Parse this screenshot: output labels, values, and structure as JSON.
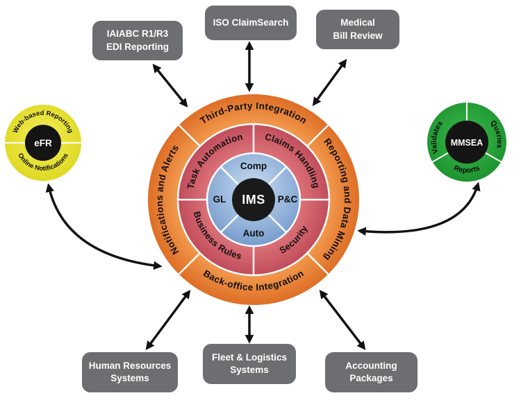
{
  "wheel": {
    "center": "IMS",
    "quadrants": {
      "top": "Comp",
      "right": "P&C",
      "bottom": "Auto",
      "left": "GL"
    },
    "middle_ring": {
      "top_left": "Task Automation",
      "top_right": "Claims Handling",
      "bottom_right": "Security",
      "bottom_left": "Business Rules"
    },
    "outer_ring": {
      "top": "Third-Party Integration",
      "right": "Reporting and Data Mining",
      "bottom": "Back-office Integration",
      "left": "Notifications and Alerts"
    }
  },
  "satellites": {
    "efr": {
      "center": "eFR",
      "arc_top": "Web-based Reporting",
      "arc_bottom": "Online Notifications"
    },
    "mmsea": {
      "center": "MMSEA",
      "arc_left": "Validates",
      "arc_right": "Queries",
      "arc_bottom": "Reports"
    }
  },
  "boxes": {
    "iso_claimsearch": {
      "lines": [
        "ISO ClaimSearch"
      ]
    },
    "iaiabc": {
      "lines": [
        "IAIABC R1/R3",
        "EDI Reporting"
      ]
    },
    "medical": {
      "lines": [
        "Medical",
        "Bill Review"
      ]
    },
    "hr": {
      "lines": [
        "Human Resources",
        "Systems"
      ]
    },
    "fleet": {
      "lines": [
        "Fleet & Logistics",
        "Systems"
      ]
    },
    "accounting": {
      "lines": [
        "Accounting",
        "Packages"
      ]
    }
  },
  "colors": {
    "outer_ring": "#E98A3C",
    "middle_ring": "#CD5562",
    "inner_circle": "#8FB2DC",
    "hub": "#1A1A1A",
    "efr_yellow": "#E8E32E",
    "mmsea_green": "#2AA63C",
    "box_gray": "#6D6E71",
    "arrow": "#111111"
  }
}
